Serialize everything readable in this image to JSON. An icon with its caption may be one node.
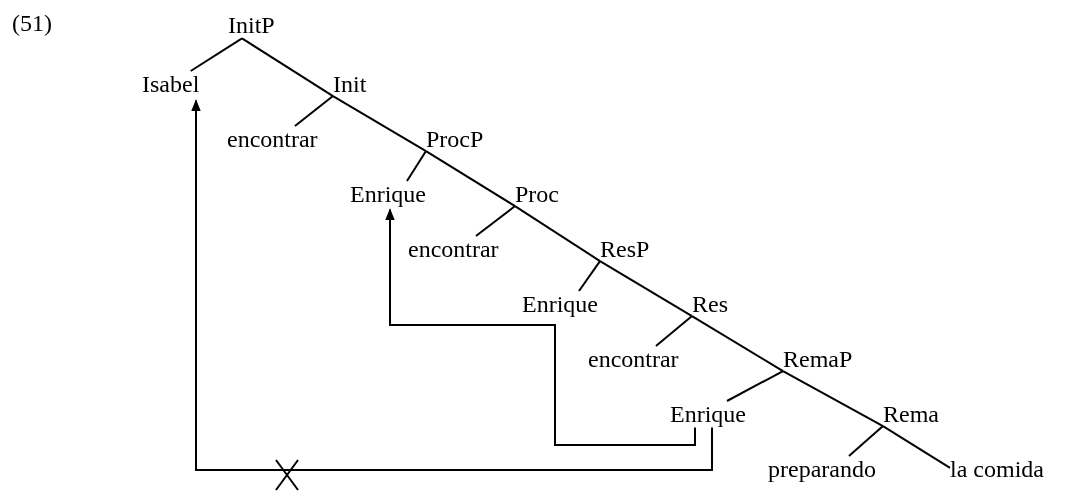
{
  "diagram": {
    "nodes": [
      {
        "text": [
          "InitP"
        ]
      },
      {
        "text": [
          "Isabel"
        ]
      },
      {
        "text": [
          "Init"
        ]
      },
      {
        "text": [
          "encontrar"
        ]
      },
      {
        "text": [
          "ProcP"
        ]
      },
      {
        "text": [
          "Enrique"
        ]
      },
      {
        "text": [
          "Proc"
        ]
      },
      {
        "text": [
          "encontrar"
        ]
      },
      {
        "text": [
          "ResP"
        ]
      },
      {
        "text": [
          "Enrique"
        ]
      },
      {
        "text": [
          "Res"
        ]
      },
      {
        "text": [
          "encontrar"
        ]
      },
      {
        "text": [
          "RemaP"
        ]
      },
      {
        "text": [
          "Enrique"
        ]
      },
      {
        "text": [
          "Rema"
        ]
      },
      {
        "text": [
          "preparando"
        ]
      },
      {
        "text": [
          "la comida"
        ]
      }
    ],
    "edges": [
      {
        "from": 0,
        "to": 1,
        "arrow": "none"
      },
      {
        "from": 0,
        "to": 2,
        "arrow": "none"
      },
      {
        "from": 2,
        "to": 3,
        "arrow": "none"
      },
      {
        "from": 2,
        "to": 4,
        "arrow": "none"
      },
      {
        "from": 4,
        "to": 5,
        "arrow": "none"
      },
      {
        "from": 4,
        "to": 6,
        "arrow": "none"
      },
      {
        "from": 6,
        "to": 7,
        "arrow": "none"
      },
      {
        "from": 6,
        "to": 8,
        "arrow": "none"
      },
      {
        "from": 8,
        "to": 9,
        "arrow": "none"
      },
      {
        "from": 8,
        "to": 10,
        "arrow": "none"
      },
      {
        "from": 10,
        "to": 11,
        "arrow": "none"
      },
      {
        "from": 10,
        "to": 12,
        "arrow": "none"
      },
      {
        "from": 12,
        "to": 13,
        "arrow": "none"
      },
      {
        "from": 12,
        "to": 14,
        "arrow": "none"
      },
      {
        "from": 14,
        "to": 15,
        "arrow": "none"
      },
      {
        "from": 14,
        "to": 16,
        "arrow": "none"
      },
      {
        "from": 13,
        "to": 5,
        "arrow": "to"
      },
      {
        "from": 13,
        "to": 1,
        "arrow": "to"
      }
    ],
    "labels": [
      "(51)"
    ]
  }
}
